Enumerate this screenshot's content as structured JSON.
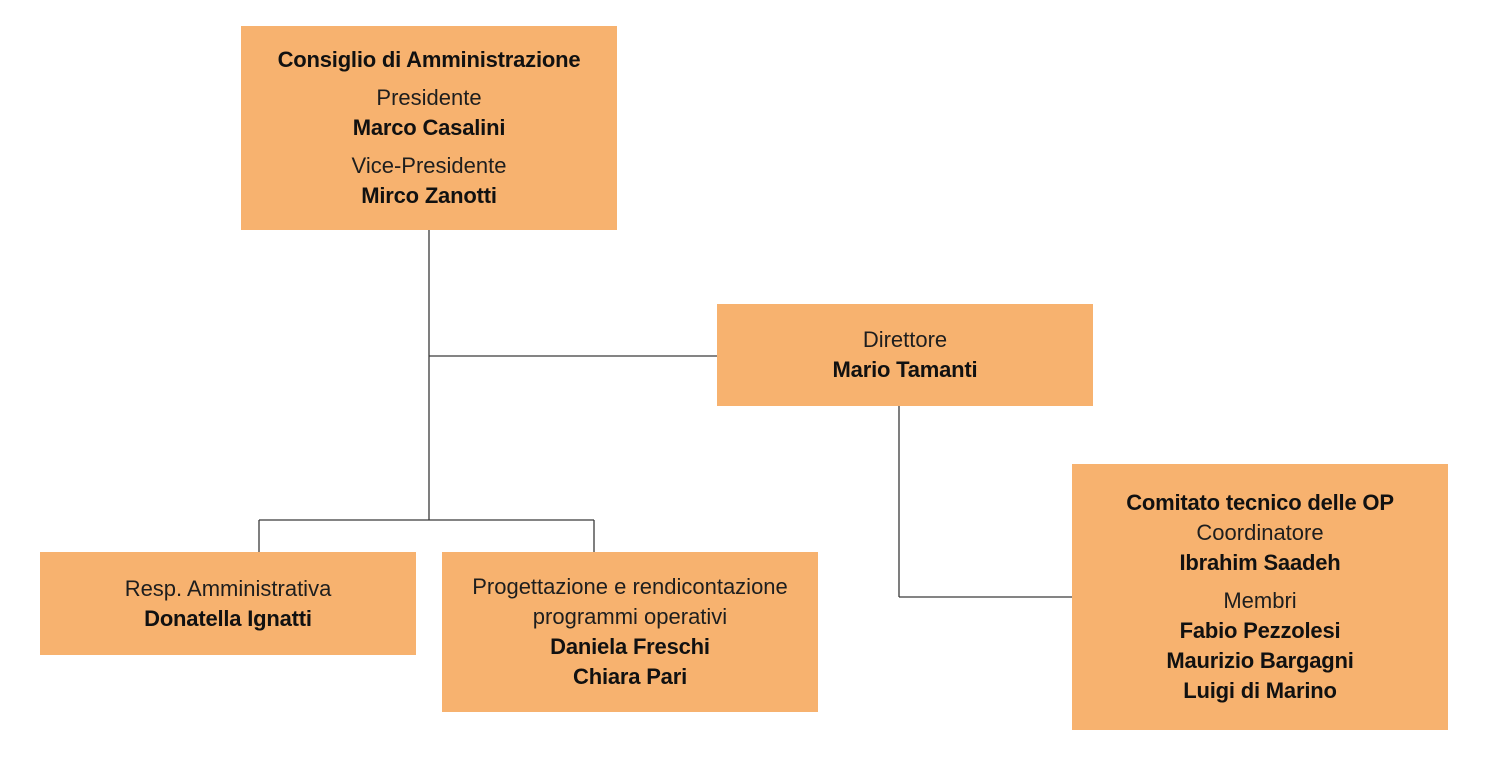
{
  "colors": {
    "box_fill": "#f7b26f",
    "line": "#3a3a3a"
  },
  "boxes": {
    "cda": {
      "title": "Consiglio di Amministrazione",
      "role1": "Presidente",
      "name1": "Marco Casalini",
      "role2": "Vice-Presidente",
      "name2": "Mirco Zanotti"
    },
    "direttore": {
      "role": "Direttore",
      "name": "Mario Tamanti"
    },
    "amministrativa": {
      "role": "Resp. Amministrativa",
      "name": "Donatella Ignatti"
    },
    "progettazione": {
      "role_line1": "Progettazione e rendicontazione",
      "role_line2": "programmi operativi",
      "name1": "Daniela Freschi",
      "name2": "Chiara Pari"
    },
    "comitato": {
      "title": "Comitato tecnico delle OP",
      "role1": "Coordinatore",
      "name1": "Ibrahim Saadeh",
      "role2": "Membri",
      "member1": "Fabio Pezzolesi",
      "member2": "Maurizio Bargagni",
      "member3": "Luigi di Marino"
    }
  }
}
